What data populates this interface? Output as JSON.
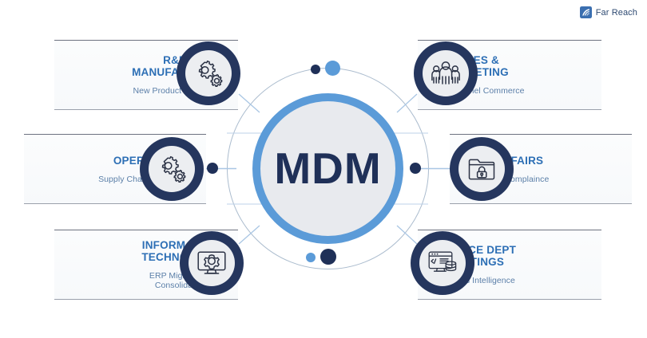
{
  "brand": {
    "name": "Far Reach",
    "logo_icon": "far-reach-logo-icon",
    "color": "#2e4a72"
  },
  "center": {
    "label": "MDM",
    "ring_color": "#5b9bd8",
    "fill_color": "#e8eaee",
    "text_color": "#1f3058"
  },
  "theme": {
    "badge_navy": "#25365e",
    "title_blue": "#2d6fb5",
    "subtitle_blue": "#5b7fa8",
    "connector_blue": "#a9c6e4"
  },
  "nodes": [
    {
      "id": "rd-manufacturing",
      "title": "R&D &\nMANUFACTURING",
      "title_line1": "R&D &",
      "title_line2": "MANUFACTURING",
      "subtitle": "New Product Introduction",
      "icon": "gears-icon",
      "position": "top-left"
    },
    {
      "id": "sales-marketing",
      "title_line1": "SALES &",
      "title_line2": "MARKETING",
      "subtitle": "Omni-Channel Commerce",
      "icon": "people-group-icon",
      "position": "top-right"
    },
    {
      "id": "operations",
      "title_line1": "OPERATIONS",
      "title_line2": "",
      "subtitle": "Supply Chain Management",
      "icon": "gears-icon",
      "position": "middle-left"
    },
    {
      "id": "reg-affairs",
      "title_line1": "REG AFFAIRS",
      "title_line2": "",
      "subtitle": "Regularity Complaince",
      "icon": "folder-lock-icon",
      "position": "middle-right"
    },
    {
      "id": "information-technology",
      "title_line1": "INFORMATION",
      "title_line2": "TECHNOLOGY",
      "subtitle": "ERP Migration & Consolidation",
      "icon": "monitor-gear-icon",
      "position": "bottom-left"
    },
    {
      "id": "finance-dept-costings",
      "title_line1": "FINANCE DEPT",
      "title_line2": "COSTINGS",
      "subtitle": "Business Intelligence",
      "icon": "monitor-database-icon",
      "position": "bottom-right"
    }
  ],
  "orbit_dots": [
    {
      "id": "top-navy",
      "color": "#1f3058",
      "size": 12
    },
    {
      "id": "top-blue",
      "color": "#5b9bd8",
      "size": 19
    },
    {
      "id": "left-navy",
      "color": "#1f3058",
      "size": 14
    },
    {
      "id": "right-navy",
      "color": "#1f3058",
      "size": 14
    },
    {
      "id": "bottom-blue",
      "color": "#5b9bd8",
      "size": 12
    },
    {
      "id": "bottom-navy",
      "color": "#1f3058",
      "size": 20
    }
  ]
}
